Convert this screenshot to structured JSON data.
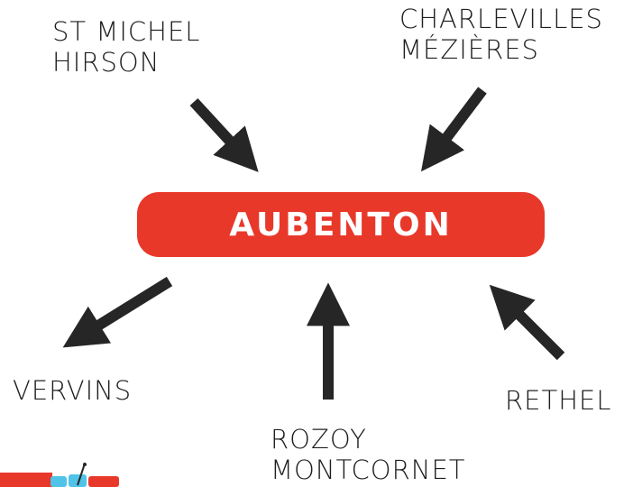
{
  "colors": {
    "accent": "#e8382a",
    "arrow": "#262626",
    "text": "#1f1f1f",
    "background": "#ffffff"
  },
  "center": {
    "label": "AUBENTON"
  },
  "labels": {
    "st_michel": [
      "ST MICHEL",
      "HIRSON"
    ],
    "charleville": [
      "CHARLEVILLES",
      "MÉZIÈRES"
    ],
    "vervins": [
      "VERVINS"
    ],
    "rethel": [
      "RETHEL"
    ],
    "rozoy": [
      "ROZOY",
      "MONTCORNET"
    ]
  },
  "arrows": [
    {
      "from": "st_michel",
      "direction": "toward-center"
    },
    {
      "from": "charleville",
      "direction": "toward-center"
    },
    {
      "from": "center",
      "to": "vervins",
      "direction": "away-from-center"
    },
    {
      "from": "rozoy",
      "direction": "toward-center"
    },
    {
      "from": "rethel",
      "direction": "toward-center"
    }
  ],
  "logo": {
    "icon": "partial-logo-icon"
  }
}
